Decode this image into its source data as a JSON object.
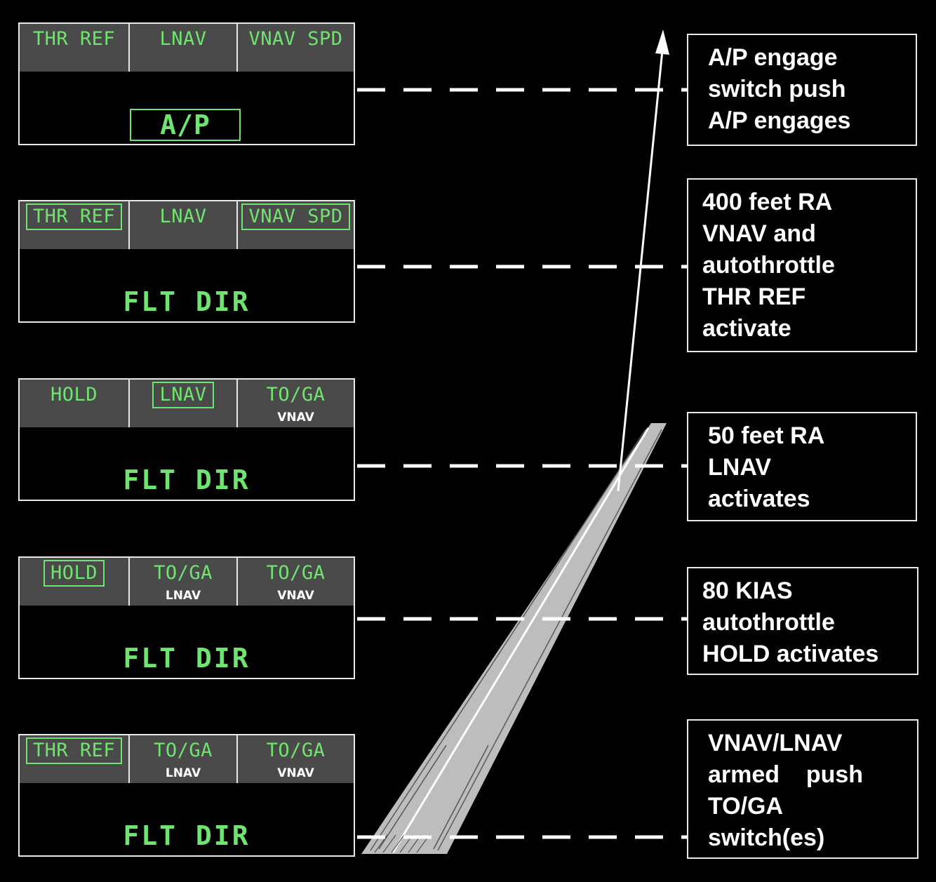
{
  "panels": [
    {
      "columns": [
        {
          "main": "THR  REF",
          "boxed": false,
          "sub": ""
        },
        {
          "main": "LNAV",
          "boxed": false,
          "sub": ""
        },
        {
          "main": "VNAV  SPD",
          "boxed": false,
          "sub": ""
        }
      ],
      "status": "A/P",
      "status_boxed": true
    },
    {
      "columns": [
        {
          "main": "THR  REF",
          "boxed": true,
          "sub": ""
        },
        {
          "main": "LNAV",
          "boxed": false,
          "sub": ""
        },
        {
          "main": "VNAV  SPD",
          "boxed": true,
          "sub": ""
        }
      ],
      "status": "FLT  DIR",
      "status_boxed": false
    },
    {
      "columns": [
        {
          "main": "HOLD",
          "boxed": false,
          "sub": ""
        },
        {
          "main": "LNAV",
          "boxed": true,
          "sub": ""
        },
        {
          "main": "TO/GA",
          "boxed": false,
          "sub": "VNAV"
        }
      ],
      "status": "FLT  DIR",
      "status_boxed": false
    },
    {
      "columns": [
        {
          "main": "HOLD",
          "boxed": true,
          "sub": ""
        },
        {
          "main": "TO/GA",
          "boxed": false,
          "sub": "LNAV"
        },
        {
          "main": "TO/GA",
          "boxed": false,
          "sub": "VNAV"
        }
      ],
      "status": "FLT  DIR",
      "status_boxed": false
    },
    {
      "columns": [
        {
          "main": "THR  REF",
          "boxed": true,
          "sub": ""
        },
        {
          "main": "TO/GA",
          "boxed": false,
          "sub": "LNAV"
        },
        {
          "main": "TO/GA",
          "boxed": false,
          "sub": "VNAV"
        }
      ],
      "status": "FLT  DIR",
      "status_boxed": false
    }
  ],
  "descriptions": [
    [
      "A/P engage",
      "switch push",
      "A/P engages"
    ],
    [
      "400 feet RA",
      "VNAV and",
      "autothrottle",
      "THR REF",
      "activate"
    ],
    [
      "50 feet RA",
      "LNAV",
      "activates"
    ],
    [
      "80 KIAS",
      "autothrottle",
      "HOLD activates"
    ],
    [
      "VNAV/LNAV",
      "armed    push",
      "TO/GA",
      "switch(es)"
    ]
  ],
  "colors": {
    "fma_green": "#6fe46f",
    "fma_bar": "#4a4a4a",
    "runway": "#bdbdbd",
    "text": "#ffffff"
  }
}
